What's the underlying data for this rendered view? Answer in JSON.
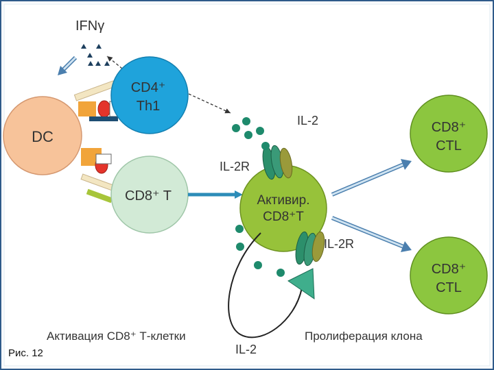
{
  "figure": {
    "caption": "Рис. 12",
    "ifn_label": "IFNγ",
    "cells": {
      "dc": "DC",
      "cd4": {
        "line1": "CD4⁺",
        "line2": "Th1"
      },
      "cd8_naive": "CD8⁺ T",
      "activated": {
        "line1": "Активир.",
        "line2": "CD8⁺T"
      },
      "ctl_top": {
        "line1": "CD8⁺",
        "line2": "CTL"
      },
      "ctl_bottom": {
        "line1": "CD8⁺",
        "line2": "CTL"
      }
    },
    "labels": {
      "il2_top": "IL-2",
      "il2r_top": "IL-2R",
      "il2r_bottom": "IL-2R",
      "il2_bottom": "IL-2",
      "activation": "Активация CD8⁺ Т-клетки",
      "proliferation": "Пролиферация клона"
    },
    "colors": {
      "frame": "#2f5a8a",
      "dc": "#f7c39a",
      "cd4": "#1fa3db",
      "cd8_naive": "#d2ead6",
      "activated": "#97c23a",
      "ctl": "#8cc63f",
      "il2_dot": "#1e8a6c",
      "arrow_fill": "#cfe3f1"
    }
  }
}
